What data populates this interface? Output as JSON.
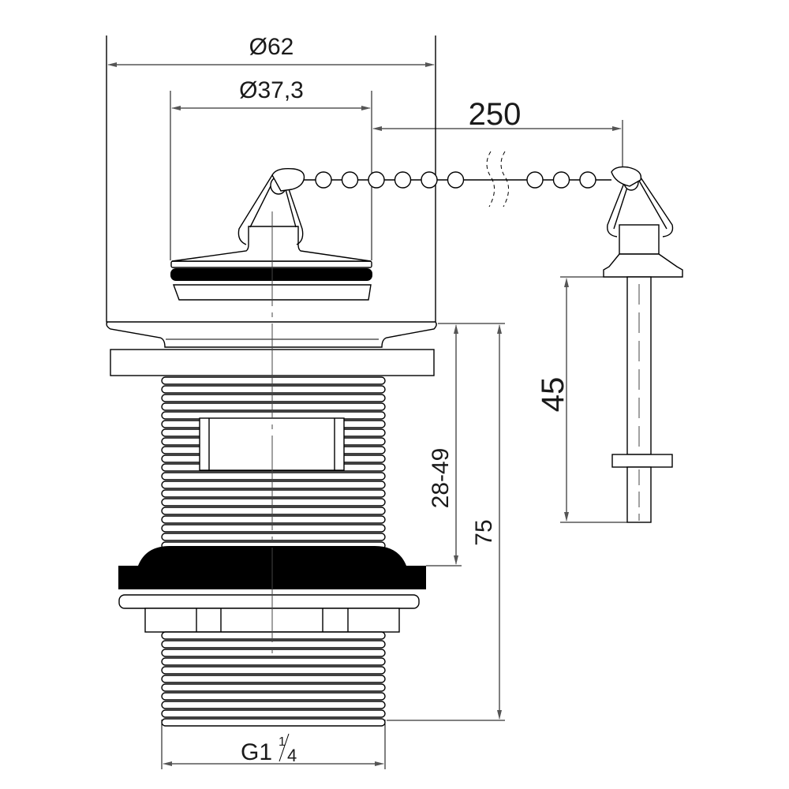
{
  "drawing": {
    "dimensions": {
      "outer_diameter": "Ø62",
      "plug_diameter": "Ø37,3",
      "chain_length": "250",
      "pin_length": "45",
      "clamp_range": "28-49",
      "total_height": "75",
      "thread_main": "G1",
      "thread_fraction_num": "1",
      "thread_fraction_den": "4"
    }
  }
}
